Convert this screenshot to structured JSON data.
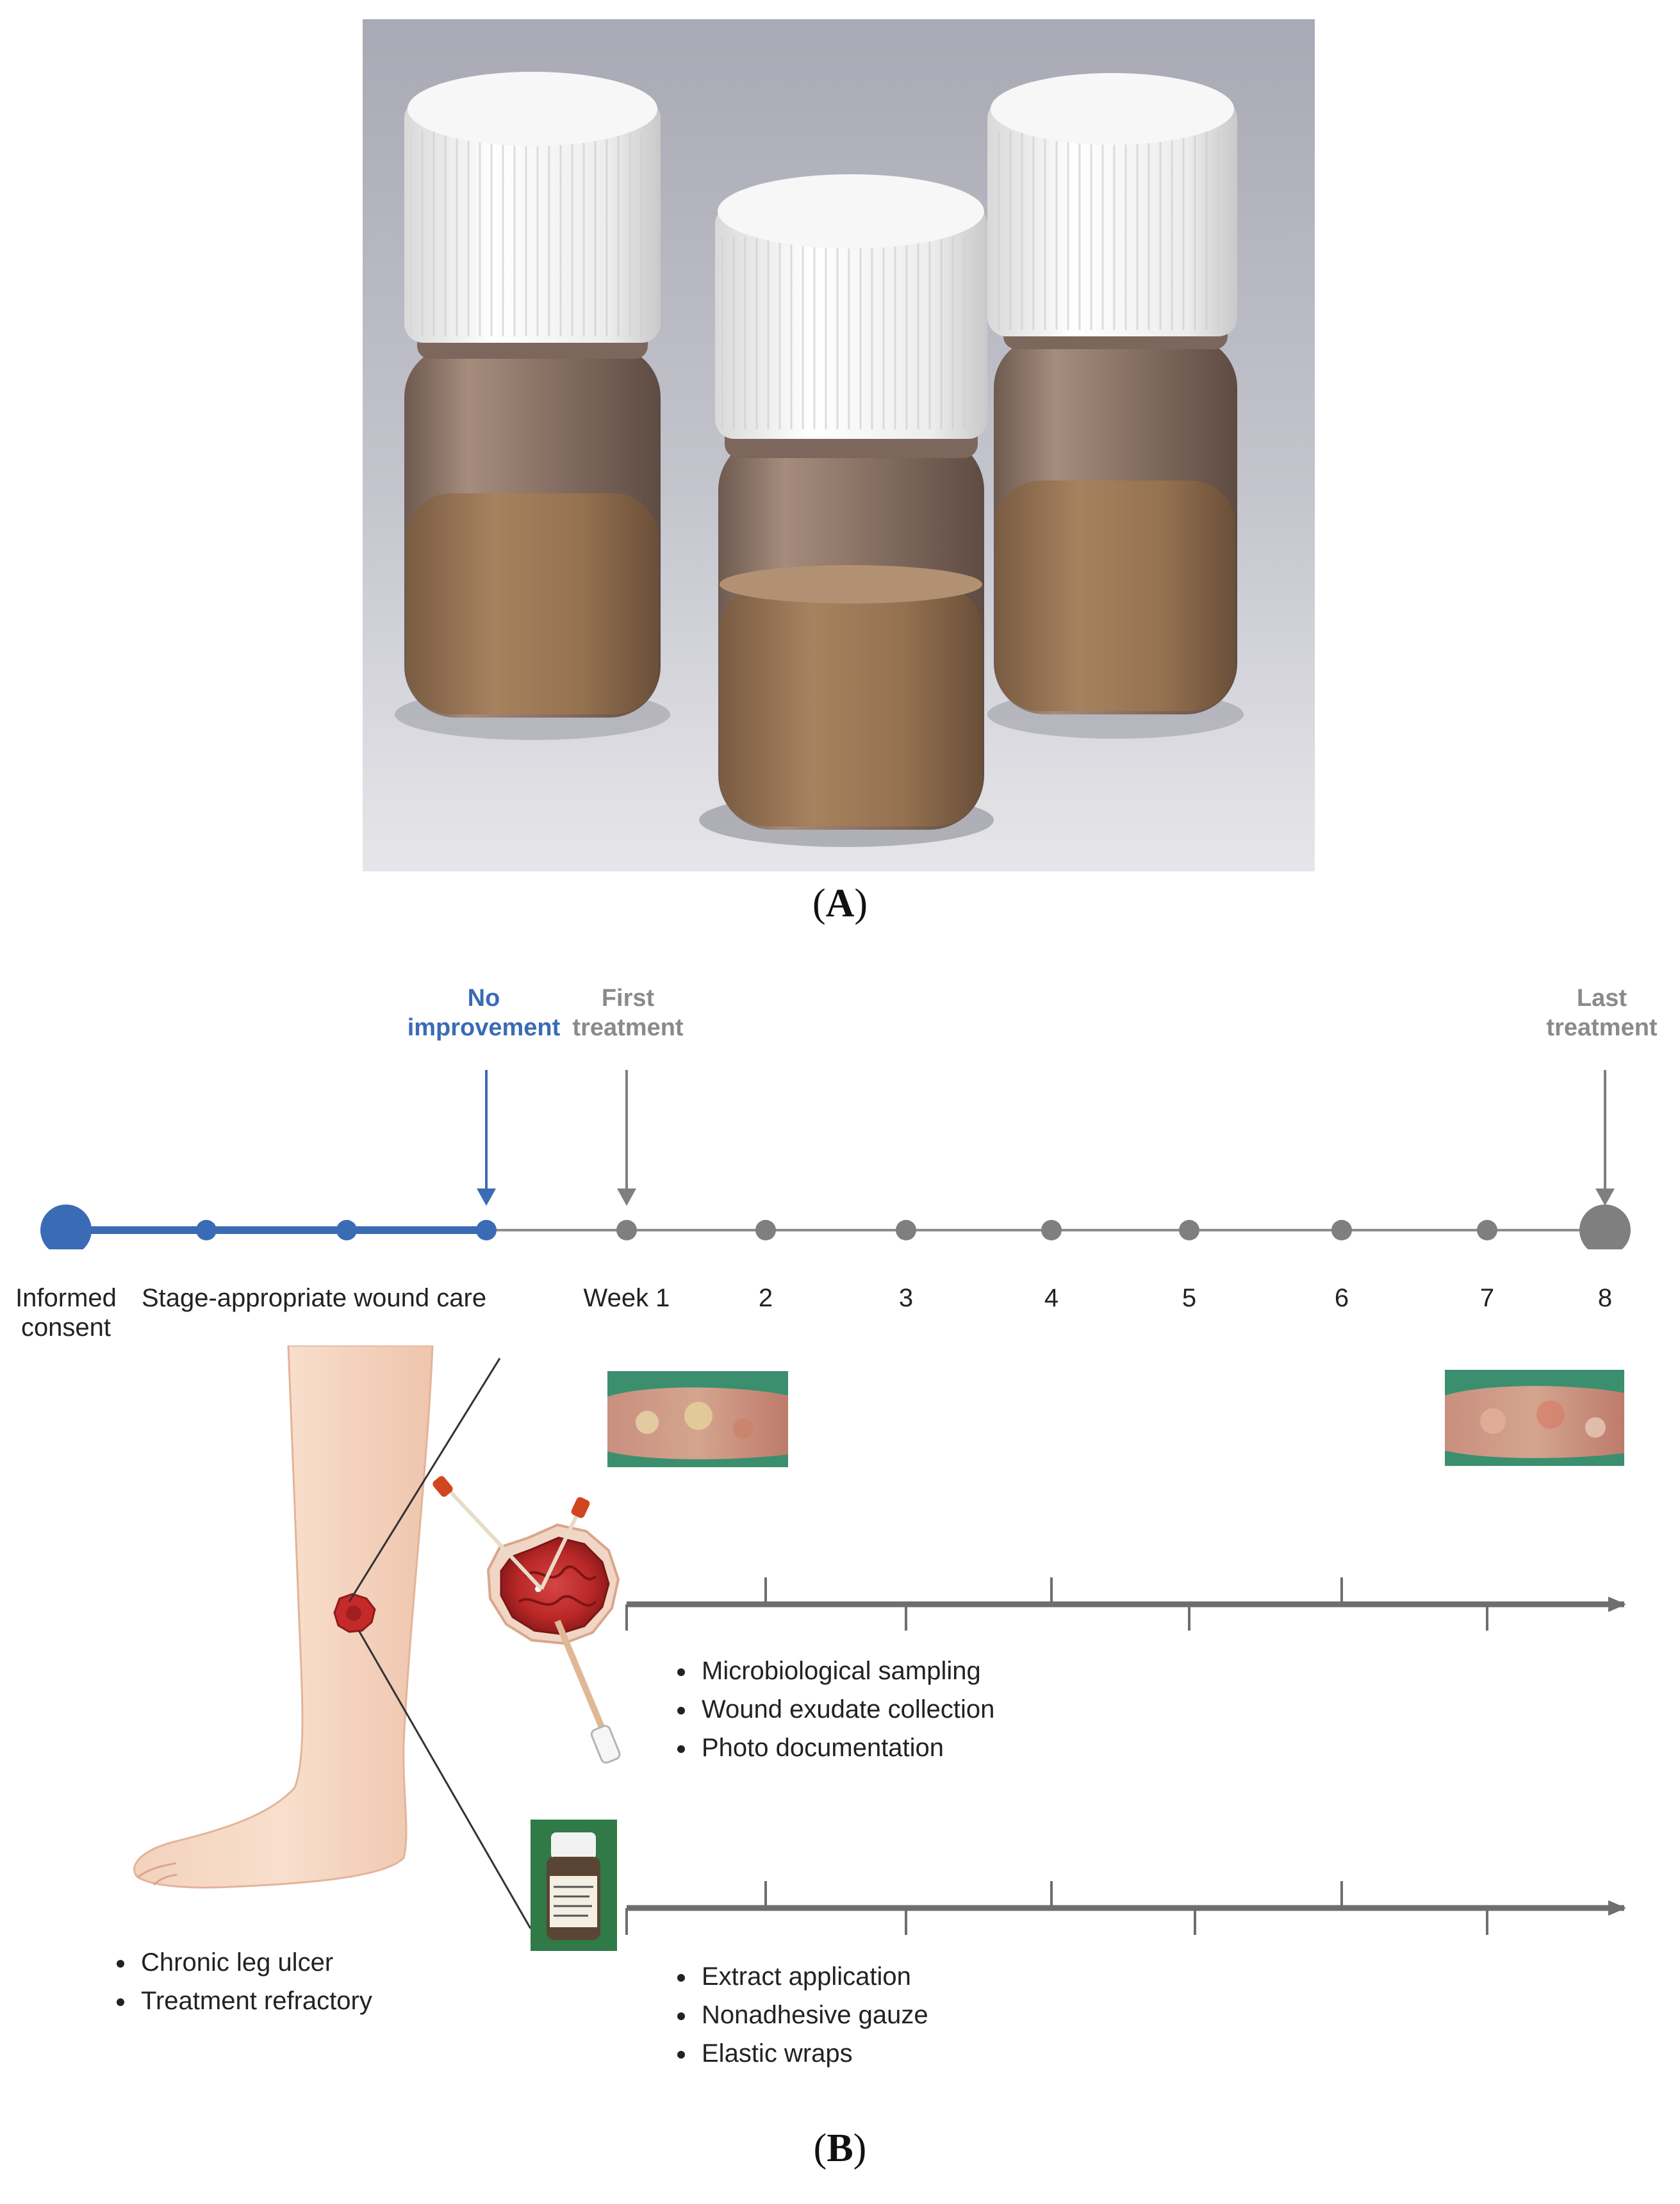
{
  "panel_a": {
    "label_letter": "A"
  },
  "panel_b": {
    "label_letter": "B",
    "events": {
      "no_improvement": [
        "No",
        "improvement"
      ],
      "first_treatment": [
        "First",
        "treatment"
      ],
      "last_treatment": [
        "Last",
        "treatment"
      ]
    },
    "timeline": {
      "informed_consent": [
        "Informed",
        "consent"
      ],
      "stage_care": "Stage-appropriate wound care",
      "weeks": [
        "Week 1",
        "2",
        "3",
        "4",
        "5",
        "6",
        "7",
        "8"
      ]
    },
    "sampling_bullets": [
      "Microbiological sampling",
      "Wound exudate collection",
      "Photo documentation"
    ],
    "application_bullets": [
      "Extract application",
      "Nonadhesive gauze",
      "Elastic wraps"
    ],
    "patient_bullets": [
      "Chronic leg ulcer",
      "Treatment refractory"
    ],
    "colors": {
      "blue": "#3a6bb5",
      "gray": "#7f7f7f",
      "dark_gray": "#6e6e6e"
    }
  }
}
